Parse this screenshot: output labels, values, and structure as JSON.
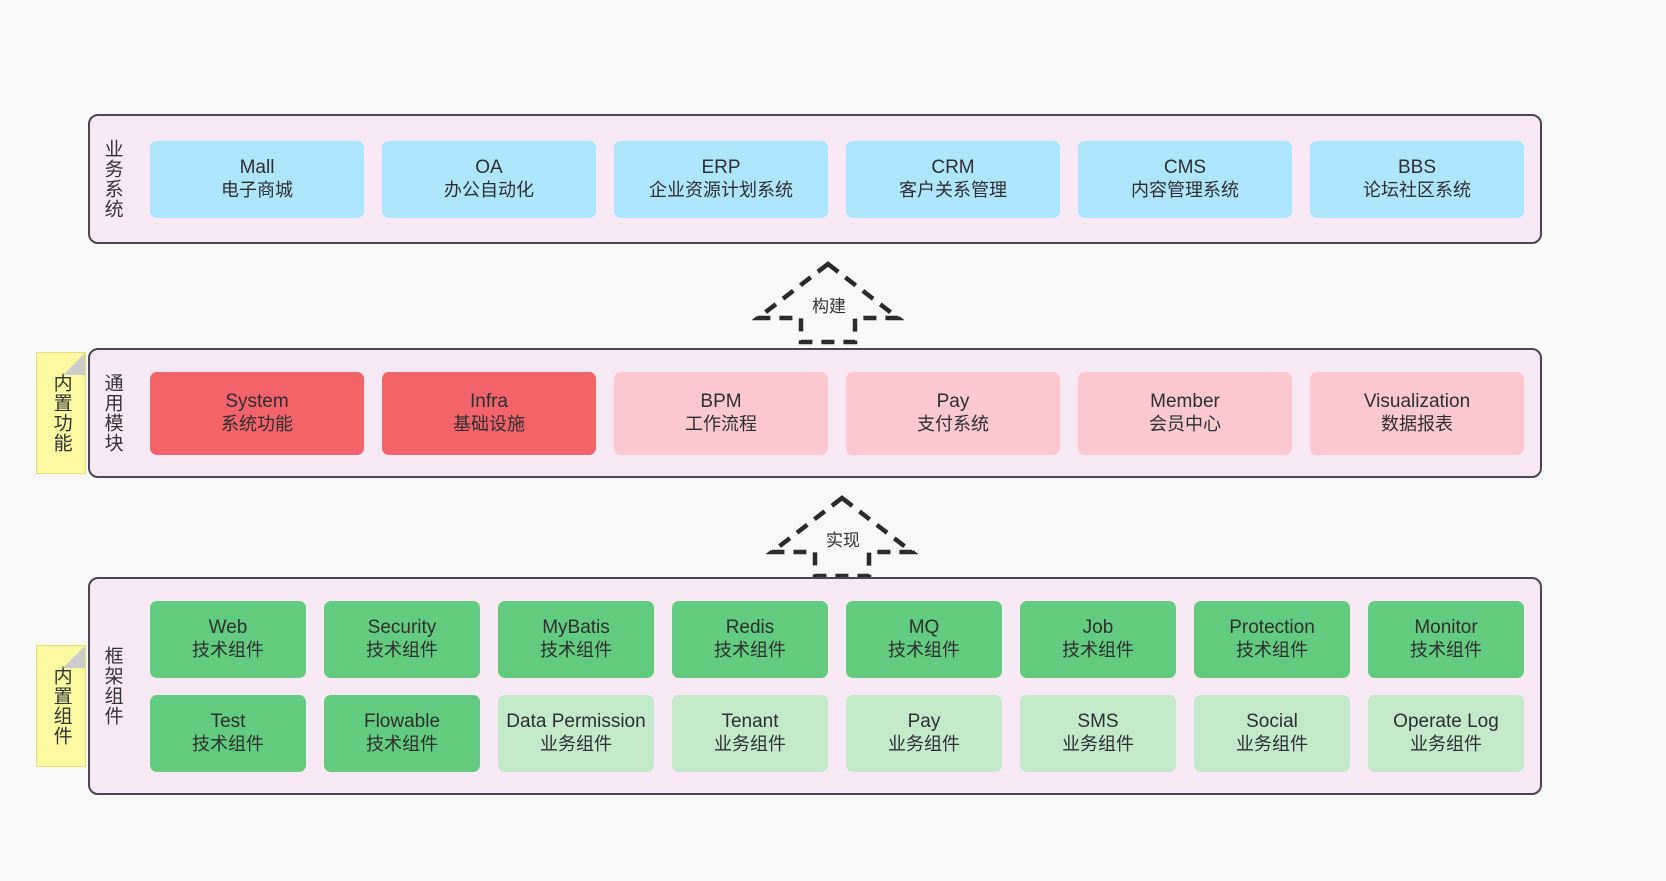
{
  "diagram": {
    "background_color": "#f8f8f8",
    "panel_fill": "#f7e9f4",
    "panel_border": "#4d4454"
  },
  "layers": [
    {
      "key": "business",
      "side_label": "业务系统",
      "note": null,
      "rows": [
        {
          "nodes": [
            {
              "en": "Mall",
              "cn": "电子商城",
              "color": "#ade5fb"
            },
            {
              "en": "OA",
              "cn": "办公自动化",
              "color": "#ade5fb"
            },
            {
              "en": "ERP",
              "cn": "企业资源计划系统",
              "color": "#ade5fb"
            },
            {
              "en": "CRM",
              "cn": "客户关系管理",
              "color": "#ade5fb"
            },
            {
              "en": "CMS",
              "cn": "内容管理系统",
              "color": "#ade5fb"
            },
            {
              "en": "BBS",
              "cn": "论坛社区系统",
              "color": "#ade5fb"
            }
          ]
        }
      ]
    },
    {
      "key": "module",
      "side_label": "通用模块",
      "note": "内置功能",
      "rows": [
        {
          "nodes": [
            {
              "en": "System",
              "cn": "系统功能",
              "color": "#f2636a"
            },
            {
              "en": "Infra",
              "cn": "基础设施",
              "color": "#f2636a"
            },
            {
              "en": "BPM",
              "cn": "工作流程",
              "color": "#fbc8d0"
            },
            {
              "en": "Pay",
              "cn": "支付系统",
              "color": "#fbc8d0"
            },
            {
              "en": "Member",
              "cn": "会员中心",
              "color": "#fbc8d0"
            },
            {
              "en": "Visualization",
              "cn": "数据报表",
              "color": "#fbc8d0"
            }
          ]
        }
      ]
    },
    {
      "key": "framework",
      "side_label": "框架组件",
      "note": "内置组件",
      "rows": [
        {
          "nodes": [
            {
              "en": "Web",
              "cn": "技术组件",
              "color": "#62cb7f"
            },
            {
              "en": "Security",
              "cn": "技术组件",
              "color": "#62cb7f"
            },
            {
              "en": "MyBatis",
              "cn": "技术组件",
              "color": "#62cb7f"
            },
            {
              "en": "Redis",
              "cn": "技术组件",
              "color": "#62cb7f"
            },
            {
              "en": "MQ",
              "cn": "技术组件",
              "color": "#62cb7f"
            },
            {
              "en": "Job",
              "cn": "技术组件",
              "color": "#62cb7f"
            },
            {
              "en": "Protection",
              "cn": "技术组件",
              "color": "#62cb7f"
            },
            {
              "en": "Monitor",
              "cn": "技术组件",
              "color": "#62cb7f"
            }
          ]
        },
        {
          "nodes": [
            {
              "en": "Test",
              "cn": "技术组件",
              "color": "#62cb7f"
            },
            {
              "en": "Flowable",
              "cn": "技术组件",
              "color": "#62cb7f"
            },
            {
              "en": "Data Permission",
              "cn": "业务组件",
              "color": "#c4e8ca"
            },
            {
              "en": "Tenant",
              "cn": "业务组件",
              "color": "#c4e8ca"
            },
            {
              "en": "Pay",
              "cn": "业务组件",
              "color": "#c4e8ca"
            },
            {
              "en": "SMS",
              "cn": "业务组件",
              "color": "#c4e8ca"
            },
            {
              "en": "Social",
              "cn": "业务组件",
              "color": "#c4e8ca"
            },
            {
              "en": "Operate Log",
              "cn": "业务组件",
              "color": "#c4e8ca"
            }
          ]
        }
      ]
    }
  ],
  "connectors": [
    {
      "key": "build",
      "label": "构建",
      "style": "dashed-hollow-triangle",
      "direction": "up"
    },
    {
      "key": "implement",
      "label": "实现",
      "style": "dashed-hollow-triangle",
      "direction": "up"
    }
  ]
}
